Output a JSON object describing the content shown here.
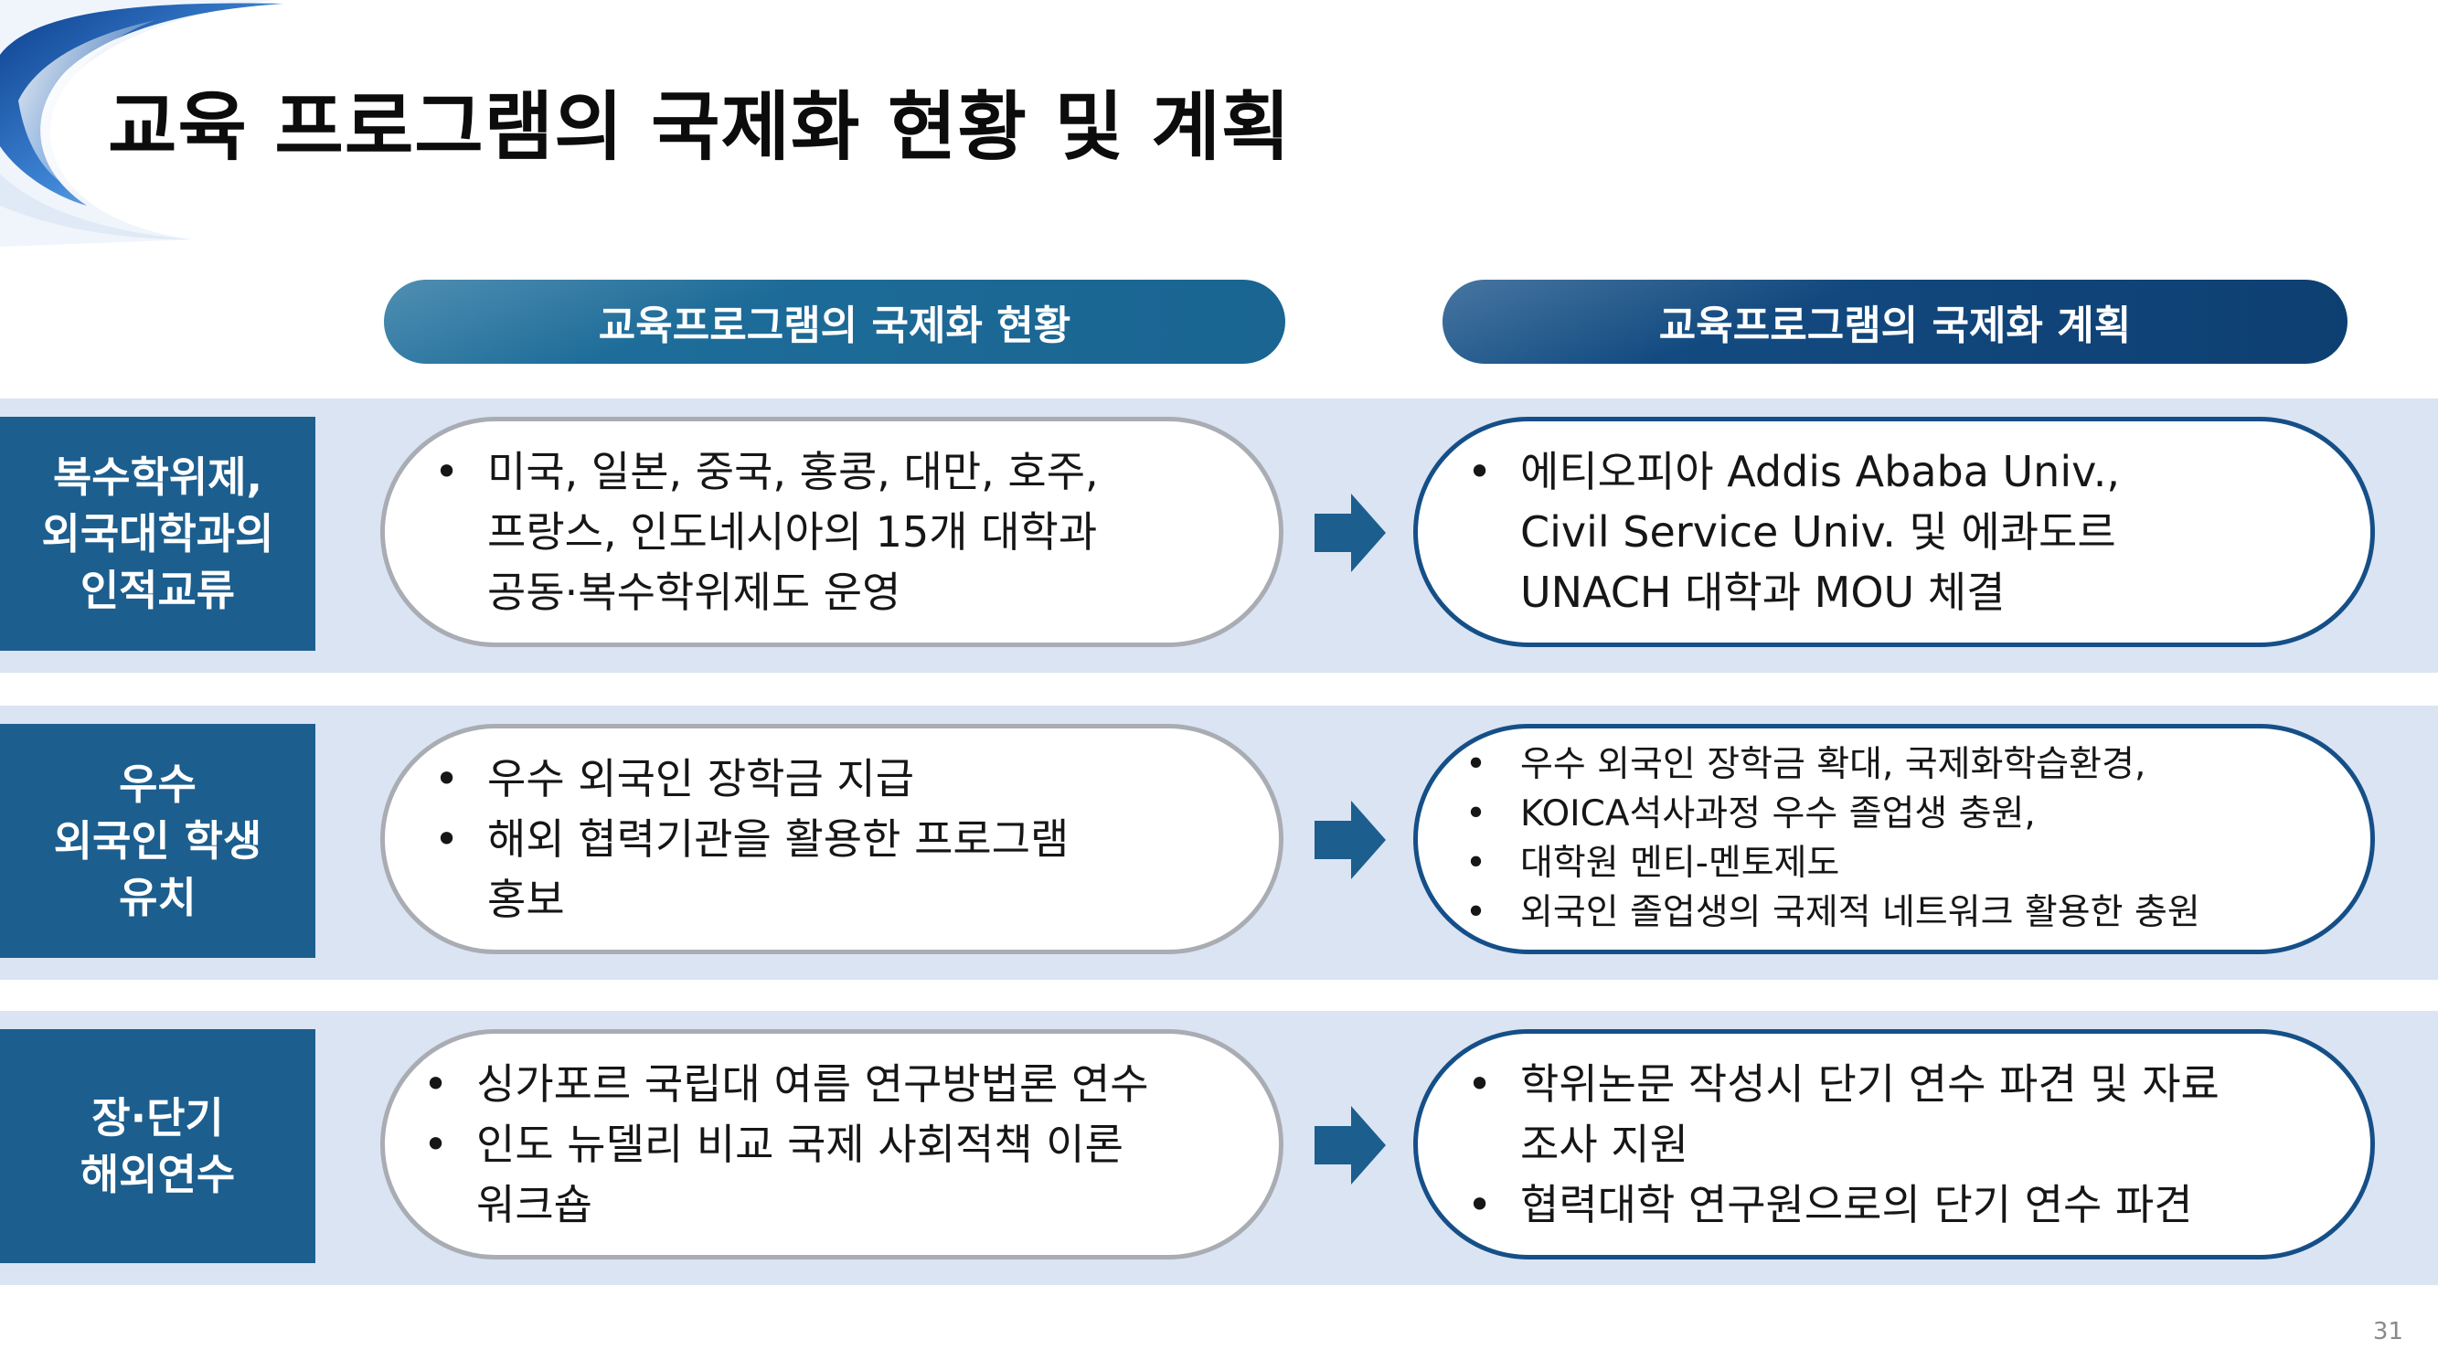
{
  "title": "교육 프로그램의 국제화 현황 및 계획",
  "headers": {
    "current": "교육프로그램의 국제화 현황",
    "plan": "교육프로그램의 국제화 계획"
  },
  "rows": [
    {
      "label": "복수학위제,\n외국대학과의\n인적교류",
      "current": [
        "미국, 일본, 중국, 홍콩, 대만, 호주,\n프랑스, 인도네시아의 15개 대학과\n공동·복수학위제도 운영"
      ],
      "plan": [
        "에티오피아 Addis Ababa Univ.,\nCivil Service Univ. 및 에콰도르\nUNACH 대학과 MOU 체결"
      ]
    },
    {
      "label": "우수\n외국인 학생\n유치",
      "current": [
        "우수 외국인 장학금 지급",
        "해외 협력기관을 활용한 프로그램\n홍보"
      ],
      "plan": [
        "우수 외국인 장학금 확대, 국제화학습환경,",
        "KOICA석사과정 우수 졸업생 충원,",
        "대학원 멘티-멘토제도",
        "외국인 졸업생의 국제적 네트워크 활용한 충원"
      ]
    },
    {
      "label": "장·단기\n해외연수",
      "current": [
        "싱가포르 국립대 여름 연구방법론 연수",
        "인도 뉴델리 비교 국제 사회적책 이론\n워크숍"
      ],
      "plan": [
        "학위논문 작성시 단기 연수 파견 및 자료\n조사 지원",
        "협력대학 연구원으로의 단기 연수 파견"
      ]
    }
  ],
  "bullet": "•",
  "page_number": "31",
  "colors": {
    "label_bg": "#1c5e8e",
    "band_bg": "#dbe4f3",
    "plan_border": "#154f88",
    "current_border": "#a9adb3",
    "arrow": "#1c5e8e"
  }
}
